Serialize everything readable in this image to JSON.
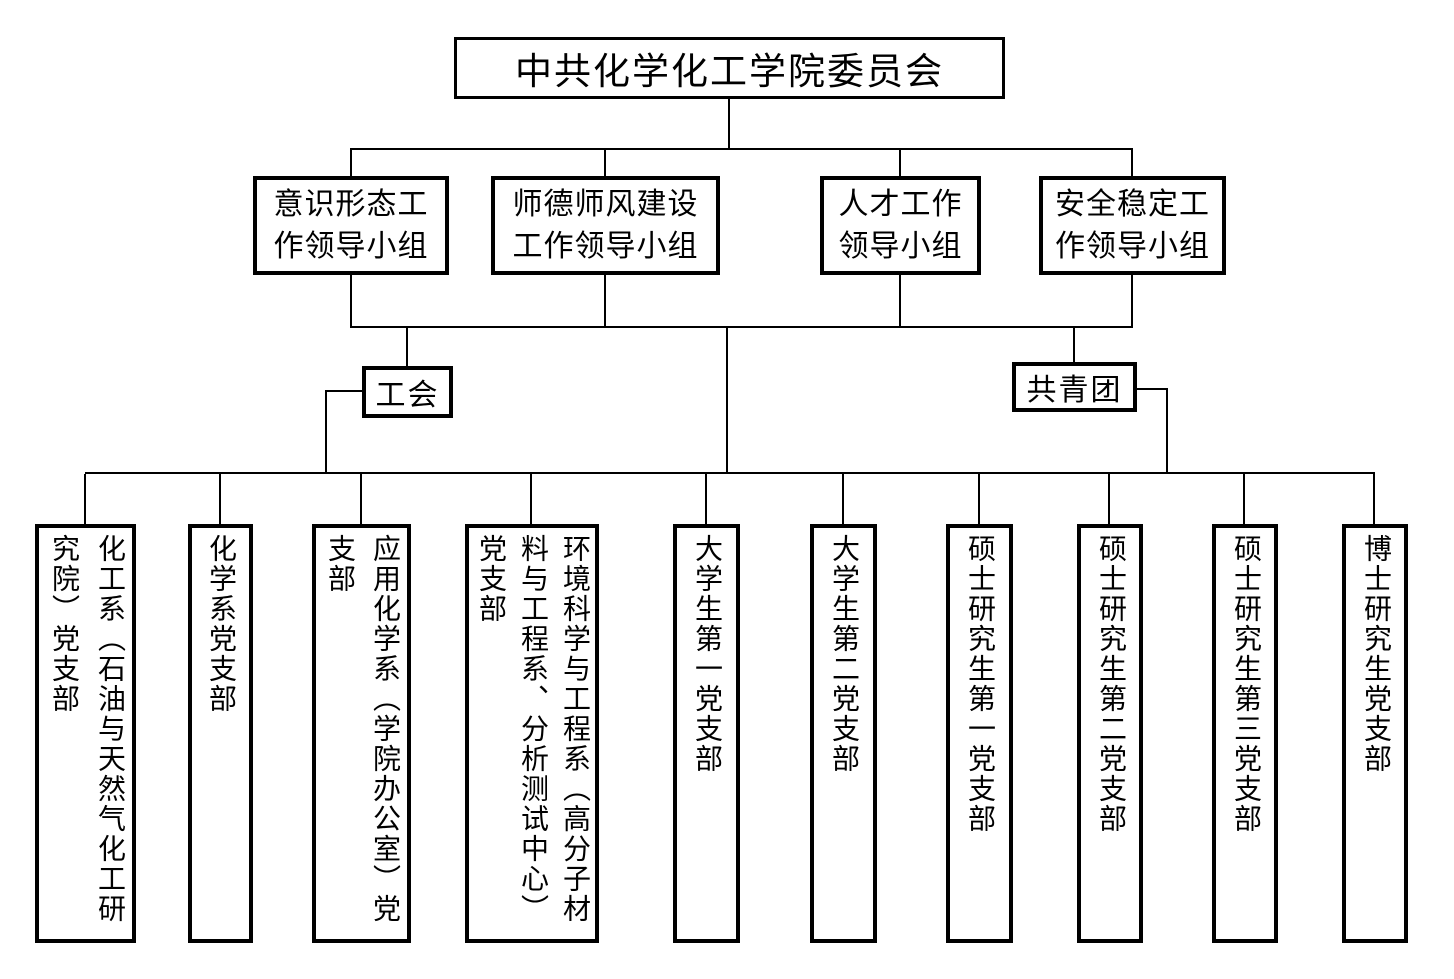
{
  "colors": {
    "line": "#000000",
    "background": "#ffffff",
    "text": "#000000"
  },
  "chart": {
    "type": "org-chart",
    "root": {
      "label": "中共化学化工学院委员会"
    },
    "leading_groups": [
      {
        "label": "意识形态工\n作领导小组"
      },
      {
        "label": "师德师风建设\n工作领导小组"
      },
      {
        "label": "人才工作\n领导小组"
      },
      {
        "label": "安全稳定工\n作领导小组"
      }
    ],
    "mass_orgs": [
      {
        "label": "工会"
      },
      {
        "label": "共青团"
      }
    ],
    "branches": [
      {
        "label": "化工系（石油与天然气化工研\n究院）党支部"
      },
      {
        "label": "化学系党支部"
      },
      {
        "label": "应用化学系（学院办公室）党\n支部"
      },
      {
        "label": "环境科学与工程系（高分子材\n料与工程系、分析测试中心）\n党支部"
      },
      {
        "label": "大学生第一党支部"
      },
      {
        "label": "大学生第二党支部"
      },
      {
        "label": "硕士研究生第一党支部"
      },
      {
        "label": "硕士研究生第二党支部"
      },
      {
        "label": "硕士研究生第三党支部"
      },
      {
        "label": "博士研究生党支部"
      }
    ]
  }
}
